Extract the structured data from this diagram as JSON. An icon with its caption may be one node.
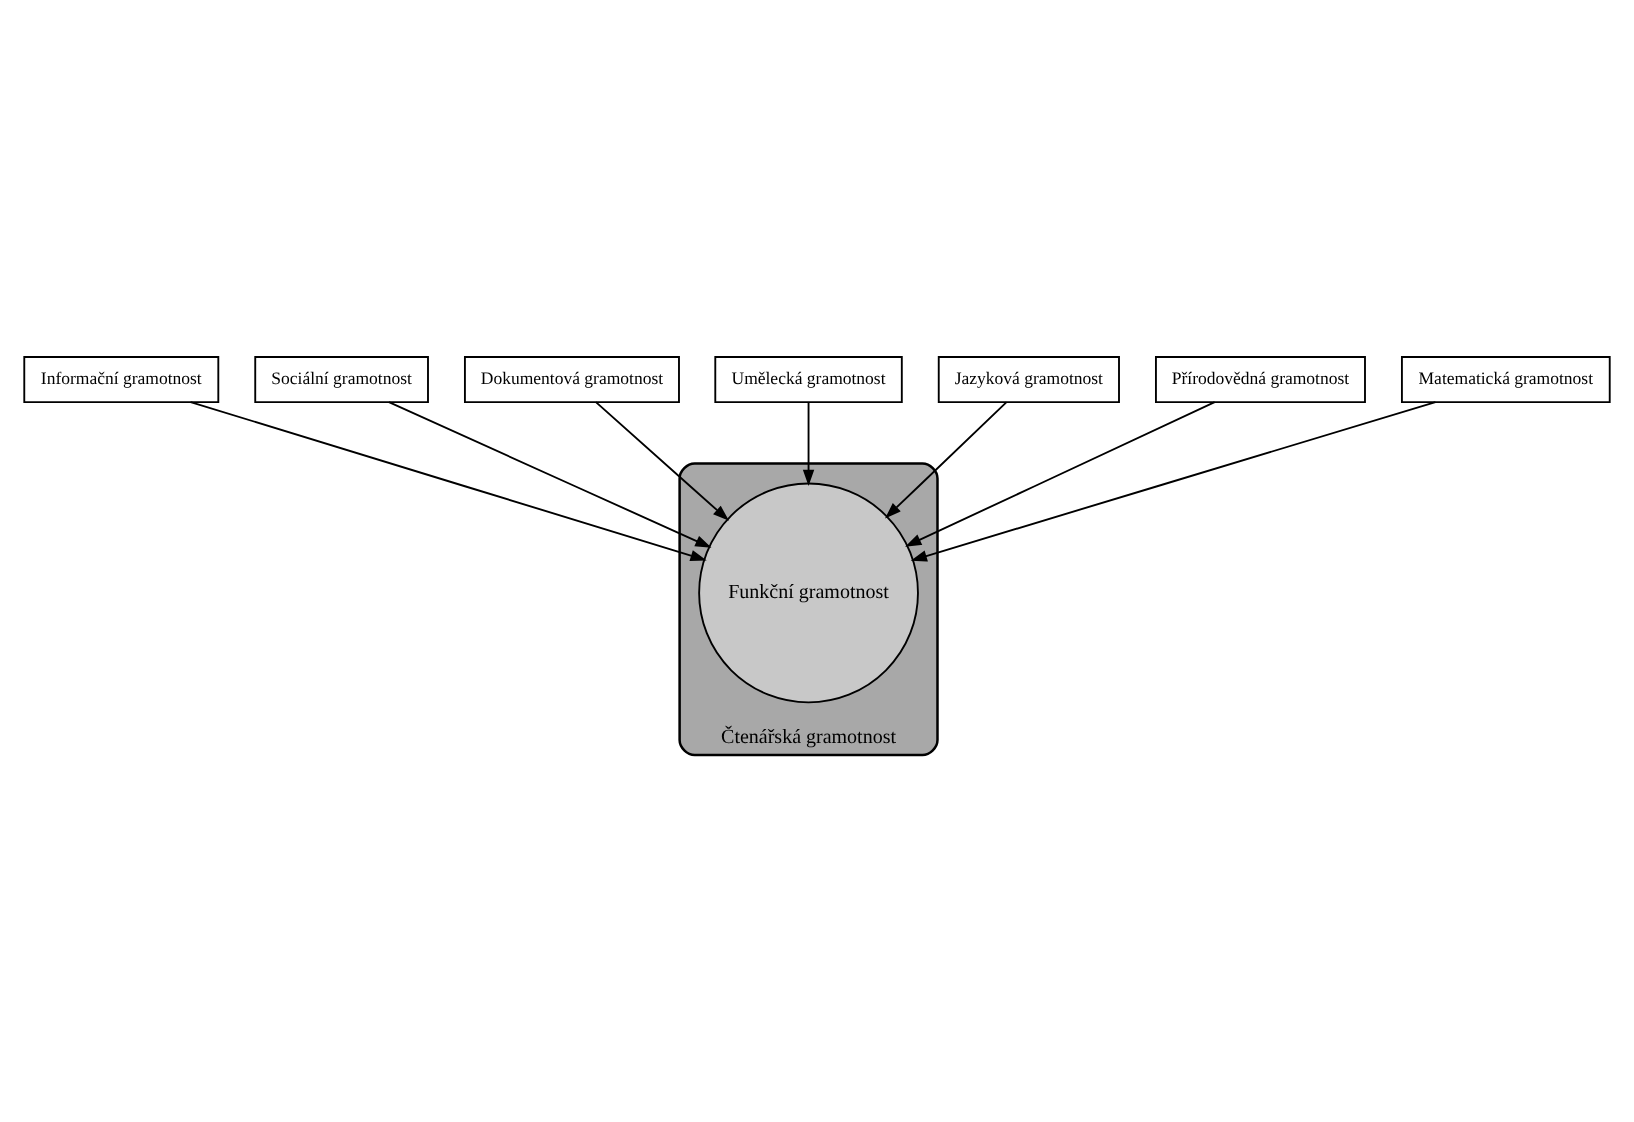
{
  "diagram": {
    "nodes": [
      {
        "text": [
          "Informační gramotnost"
        ]
      },
      {
        "text": [
          "Sociální gramotnost"
        ]
      },
      {
        "text": [
          "Dokumentová gramotnost"
        ]
      },
      {
        "text": [
          "Čtenářská gramotnost"
        ]
      },
      {
        "text": [
          "Funkční gramotnost"
        ],
        "in": 3
      },
      {
        "text": [
          "Umělecká gramotnost"
        ]
      },
      {
        "text": [
          "Jazyková gramotnost"
        ]
      },
      {
        "text": [
          "Přírodovědná gramotnost"
        ]
      },
      {
        "text": [
          "Matematická gramotnost"
        ]
      }
    ],
    "edges": [
      {
        "from": 0,
        "to": 4,
        "arrow": "to"
      },
      {
        "from": 1,
        "to": 4,
        "arrow": "to"
      },
      {
        "from": 2,
        "to": 4,
        "arrow": "to"
      },
      {
        "from": 5,
        "to": 4,
        "arrow": "to"
      },
      {
        "from": 6,
        "to": 4,
        "arrow": "to"
      },
      {
        "from": 7,
        "to": 4,
        "arrow": "to"
      },
      {
        "from": 8,
        "to": 4,
        "arrow": "to"
      }
    ]
  }
}
